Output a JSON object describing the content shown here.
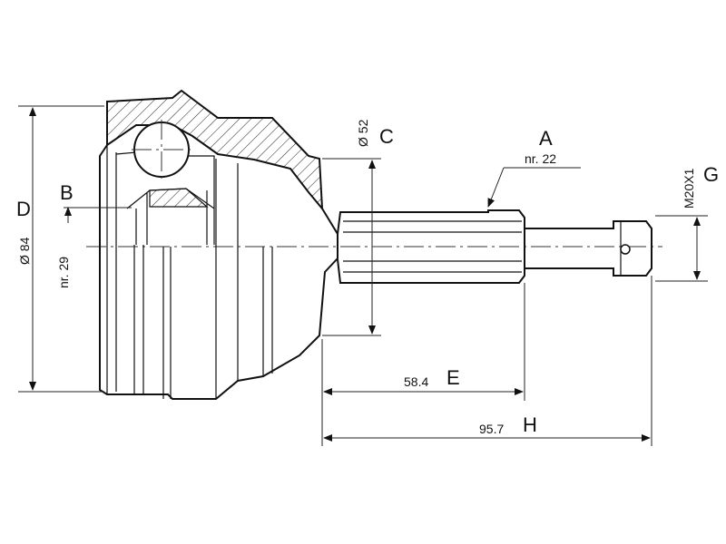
{
  "labels": {
    "a": "A",
    "a_sub": "nr. 22",
    "b": "B",
    "b_sub": "nr. 29",
    "c": "C",
    "c_sub": "Ø 52",
    "d": "D",
    "d_sub": "Ø 84",
    "e": "E",
    "e_value": "58.4",
    "g": "G",
    "g_sub": "M20X1",
    "h": "H",
    "h_value": "95.7"
  }
}
